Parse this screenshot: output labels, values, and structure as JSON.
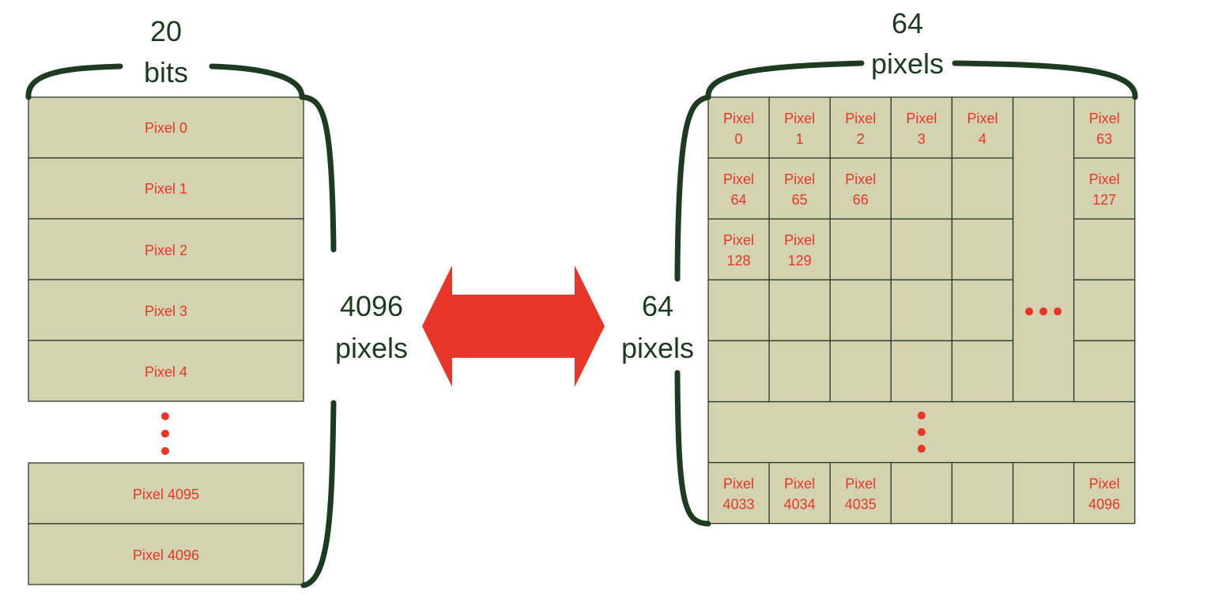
{
  "linear_memory": {
    "width_label": {
      "line1": "20",
      "line2": "bits"
    },
    "length_label": {
      "line1": "4096",
      "line2": "pixels"
    },
    "rows_top": [
      "Pixel 0",
      "Pixel 1",
      "Pixel 2",
      "Pixel 3",
      "Pixel 4"
    ],
    "rows_bottom": [
      "Pixel 4095",
      "Pixel 4096"
    ]
  },
  "grid_image": {
    "width_label": {
      "line1": "64",
      "line2": "pixels"
    },
    "height_label": {
      "line1": "64",
      "line2": "pixels"
    },
    "rows": [
      [
        [
          "Pixel",
          "0"
        ],
        [
          "Pixel",
          "1"
        ],
        [
          "Pixel",
          "2"
        ],
        [
          "Pixel",
          "3"
        ],
        [
          "Pixel",
          "4"
        ],
        null,
        [
          "Pixel",
          "63"
        ]
      ],
      [
        [
          "Pixel",
          "64"
        ],
        [
          "Pixel",
          "65"
        ],
        [
          "Pixel",
          "66"
        ],
        null,
        null,
        null,
        [
          "Pixel",
          "127"
        ]
      ],
      [
        [
          "Pixel",
          "128"
        ],
        [
          "Pixel",
          "129"
        ],
        null,
        null,
        null,
        null,
        null
      ],
      [
        null,
        null,
        null,
        null,
        null,
        null,
        null
      ],
      [
        null,
        null,
        null,
        null,
        null,
        null,
        null
      ],
      [
        null,
        null,
        null,
        null,
        null,
        null,
        null
      ],
      [
        [
          "Pixel",
          "4033"
        ],
        [
          "Pixel",
          "4034"
        ],
        [
          "Pixel",
          "4035"
        ],
        null,
        null,
        null,
        [
          "Pixel",
          "4096"
        ]
      ]
    ]
  },
  "colors": {
    "cell_fill": "#d3d3af",
    "cell_border": "#2c3a2c",
    "label_red": "#e8352a",
    "brace_green": "#1e3b22",
    "arrow_red": "#e8352a"
  }
}
